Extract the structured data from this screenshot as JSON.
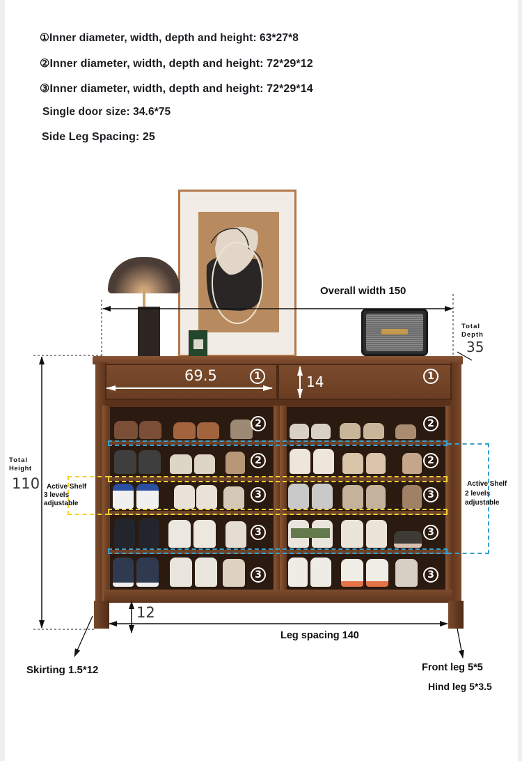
{
  "specs": {
    "line1": "①Inner diameter, width, depth and height: 63*27*8",
    "line2": "②Inner diameter, width, depth and height: 72*29*12",
    "line3": "③Inner diameter, width, depth and height: 72*29*14",
    "door_size": "Single door size: 34.6*75",
    "side_leg_spacing": "Side Leg Spacing: 25"
  },
  "dimensions": {
    "overall_width": "Overall width 150",
    "total_depth_label_1": "Total",
    "total_depth_label_2": "Depth",
    "total_depth_value": "35",
    "total_height_label_1": "Total",
    "total_height_label_2": "Height",
    "total_height_value": "110",
    "drawer_width": "69.5",
    "drawer_height": "14",
    "skirting_height": "12",
    "leg_spacing": "Leg spacing 140"
  },
  "callouts": {
    "active_shelf_left_1": "Active Shelf",
    "active_shelf_left_2": "3 levels",
    "active_shelf_left_3": "adjustable",
    "active_shelf_right_1": "Active Shelf",
    "active_shelf_right_2": "2 levels",
    "active_shelf_right_3": "adjustable",
    "skirting": "Skirting 1.5*12",
    "front_leg": "Front leg 5*5",
    "hind_leg": "Hind leg 5*3.5"
  },
  "markers": {
    "one": "1",
    "two": "2",
    "three": "3"
  },
  "colors": {
    "wood": "#6b3f24",
    "blue_dash": "#3a9fd0",
    "yellow_dash": "#f0d132"
  }
}
